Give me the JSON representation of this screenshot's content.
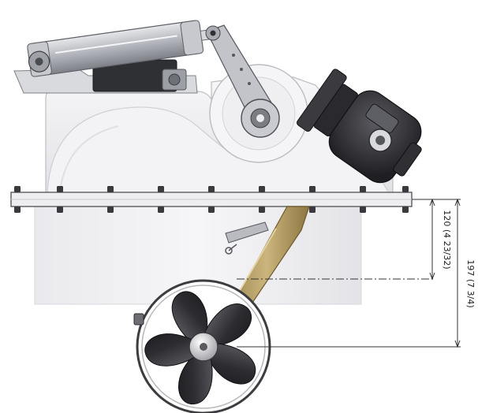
{
  "figure": {
    "subject": "retractable thruster mechanism, side view"
  },
  "dimensions": {
    "short": {
      "label": "120 (4 23/32)"
    },
    "long": {
      "label": "197 (7 3/4)"
    }
  },
  "colors": {
    "housing": "#f1f1f3",
    "housing_shadow": "#dcdce0",
    "outline": "#6b6b70",
    "flange": "#e9e9ec",
    "bolt": "#3a3a3e",
    "actuator": "#b9bcc2",
    "actuator_dark": "#7c7f86",
    "motor": "#2b2b2f",
    "leg": "#b8a067",
    "leg_dark": "#8c7540",
    "blade": "#2e2e33",
    "blade_light": "#8a8a90",
    "dimension_line": "#333333"
  },
  "icons": [
    "bolt-icon"
  ]
}
